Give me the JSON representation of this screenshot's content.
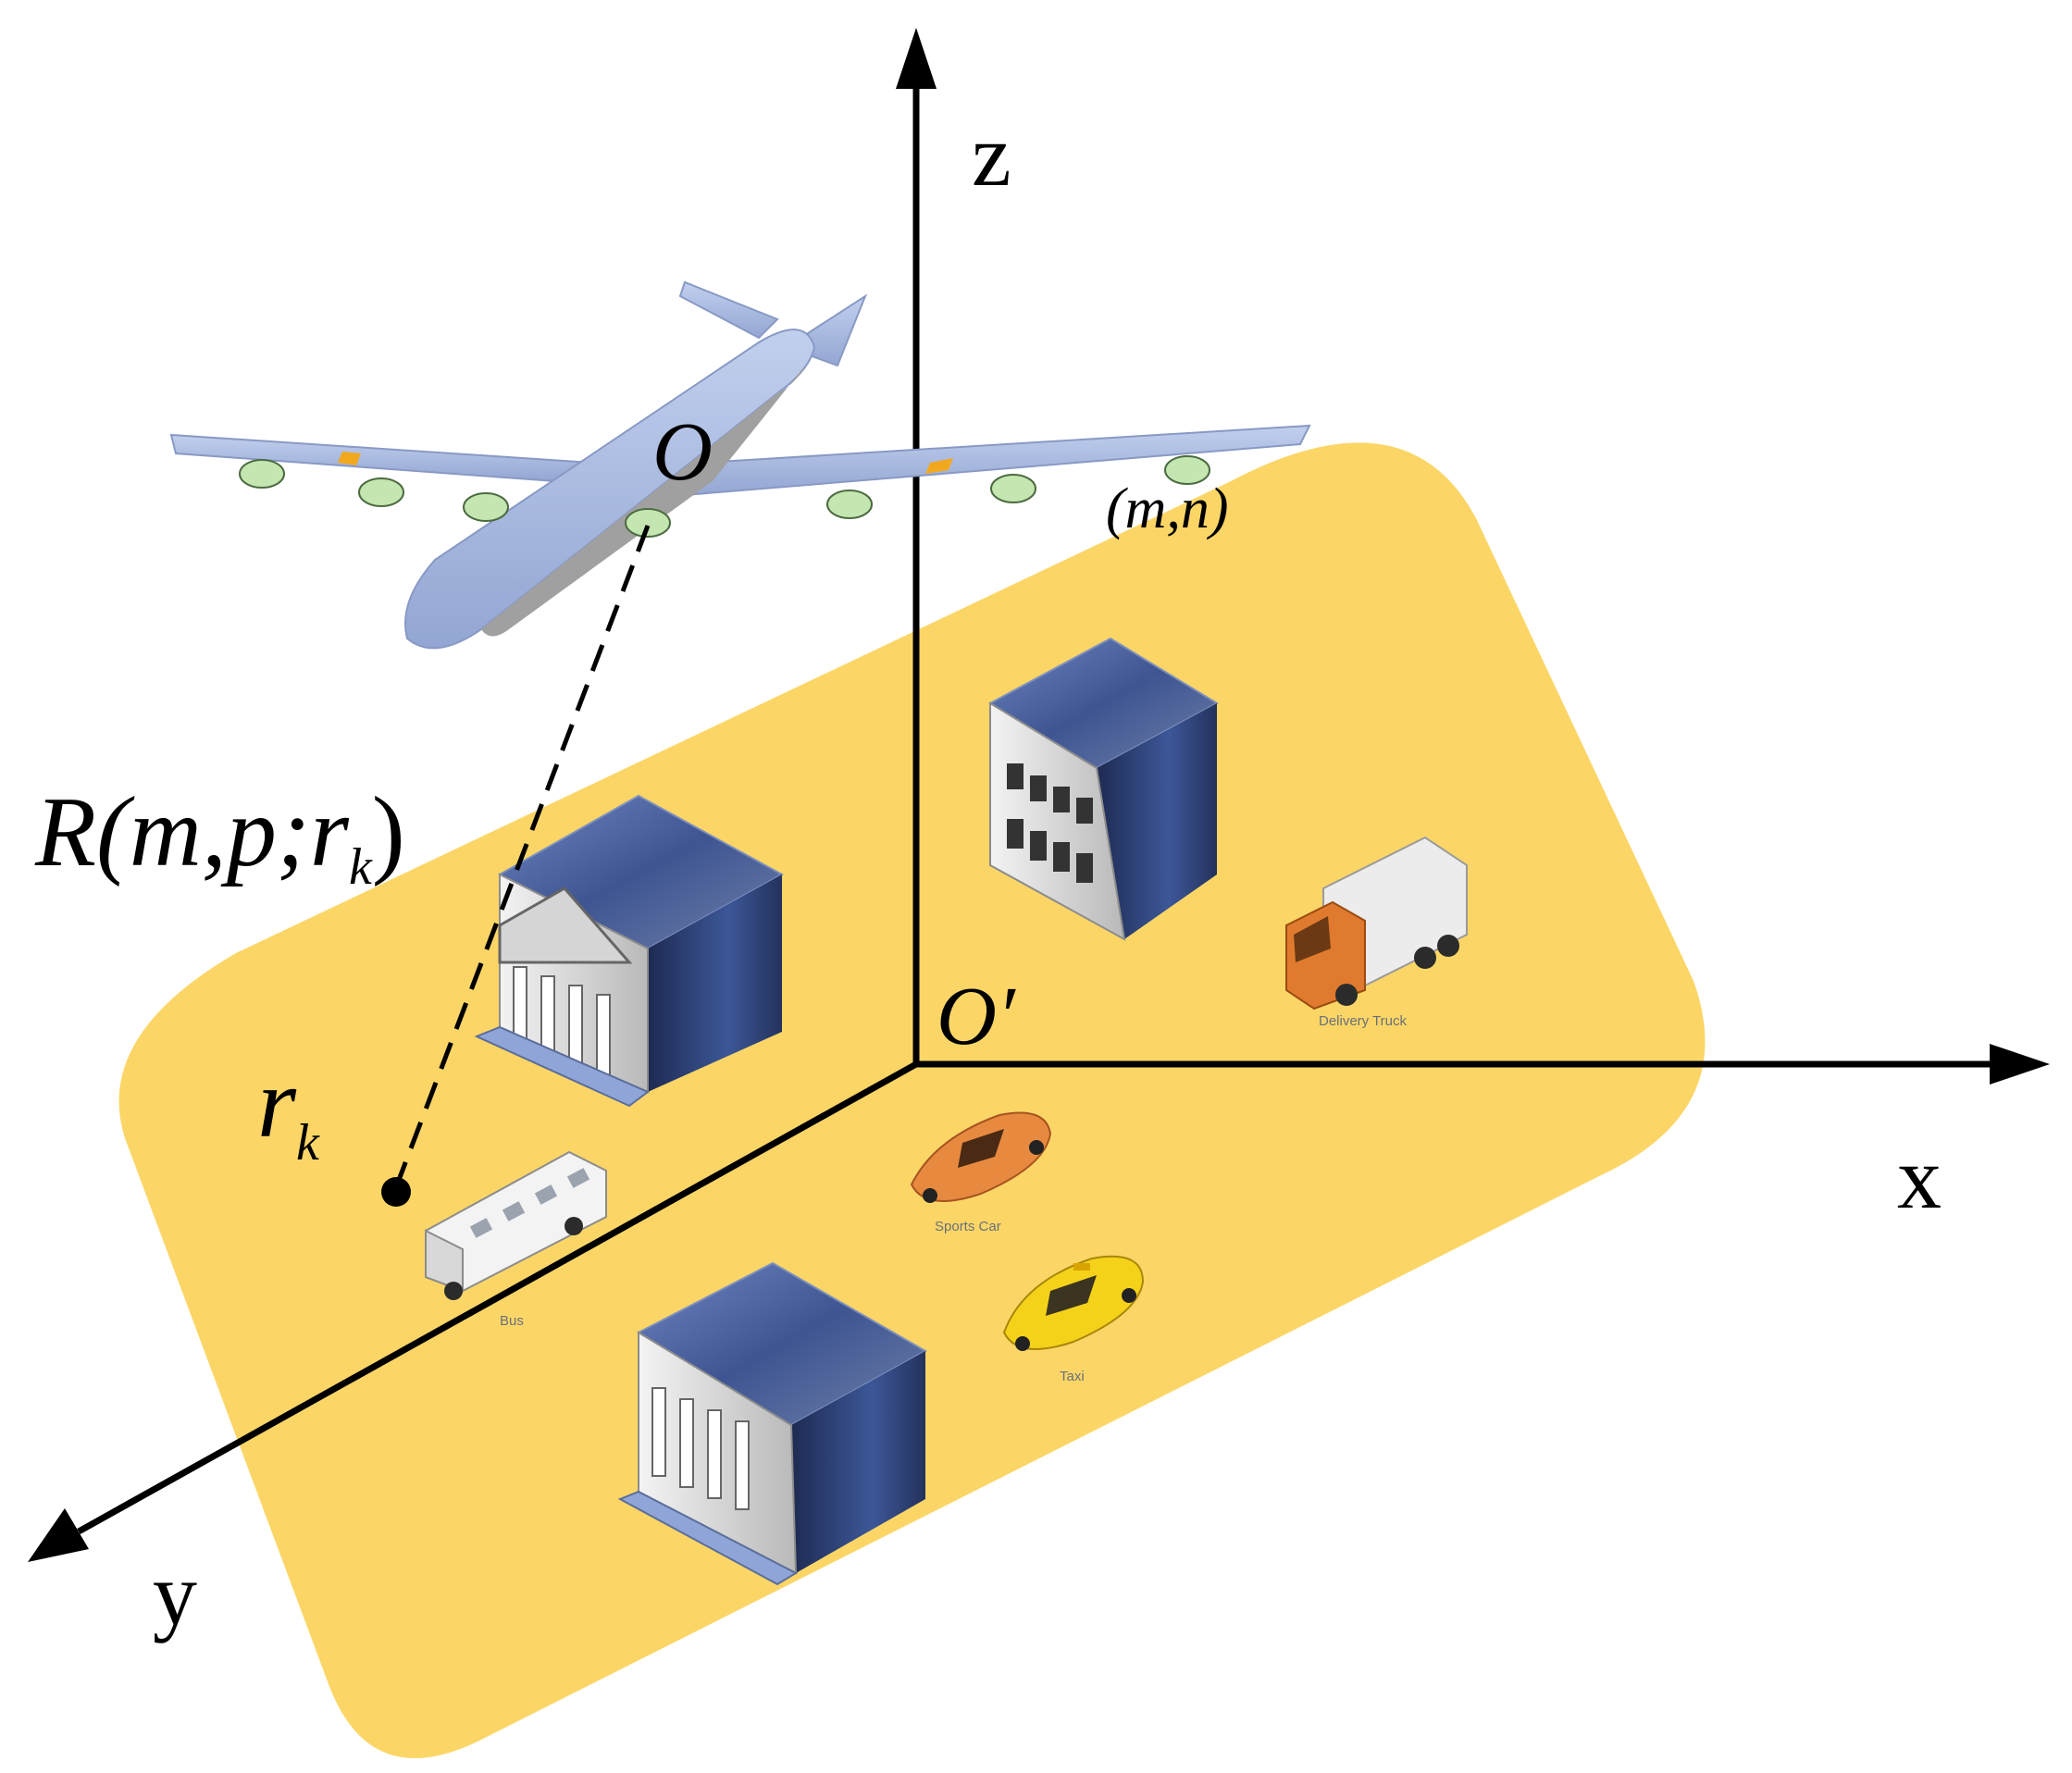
{
  "axes": {
    "x": "x",
    "y": "y",
    "z": "z"
  },
  "labels": {
    "O": "O",
    "O_prime": "O′",
    "mn": "(m,n)",
    "R_main": "R(m,p;r",
    "R_sub": "k",
    "R_close": ")",
    "rk_main": "r",
    "rk_sub": "k"
  },
  "vehicles": {
    "truck": "Delivery Truck",
    "sports_car": "Sports Car",
    "bus": "Bus",
    "taxi": "Taxi"
  },
  "colors": {
    "ground_plane": "#fbd667",
    "aircraft_body": "#a8b9e2",
    "aircraft_shadow": "#a0a0a0",
    "antenna_element": "#c4e6b1",
    "building_roof": "#4f66a4",
    "building_side": "#2a3a6c",
    "truck_cab": "#e07a2e",
    "sports_car": "#e78a40",
    "taxi": "#f5d21a",
    "axis": "#000000"
  }
}
